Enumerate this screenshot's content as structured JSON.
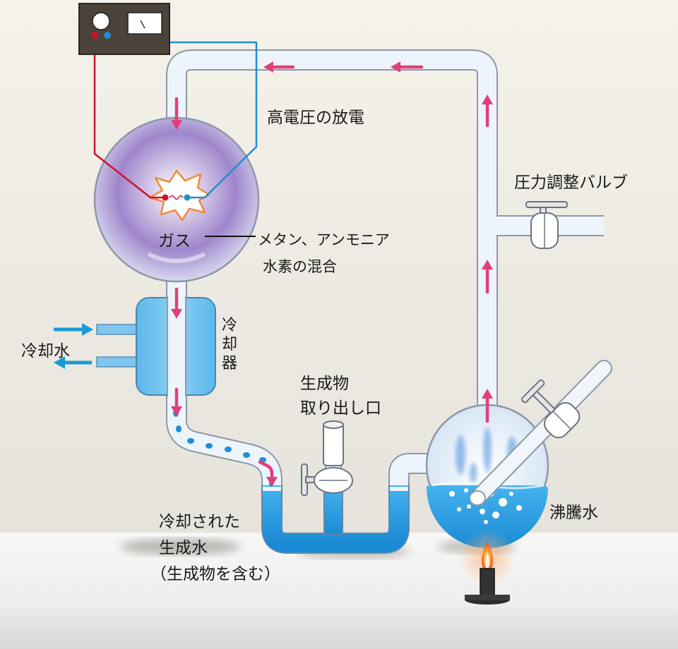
{
  "labels": {
    "discharge": "高電圧の放電",
    "valve": "圧力調整バルブ",
    "gas": "ガス",
    "gas_desc_1": "メタン、アンモニア",
    "gas_desc_2": "水素の混合",
    "cooling_water": "冷却水",
    "condenser": [
      "冷",
      "却",
      "器"
    ],
    "product_outlet_1": "生成物",
    "product_outlet_2": "取り出し口",
    "cooled_1": "冷却された",
    "cooled_2": "生成水",
    "cooled_3": "（生成物を含む）",
    "boiling": "沸騰水"
  },
  "colors": {
    "arrow_pink": "#e0407a",
    "arrow_blue": "#1a9ad6",
    "water": "#2f9fe0",
    "wire_red": "#d01030",
    "wire_blue": "#1f8fcf",
    "gas_glow": "#9a7cc8"
  }
}
